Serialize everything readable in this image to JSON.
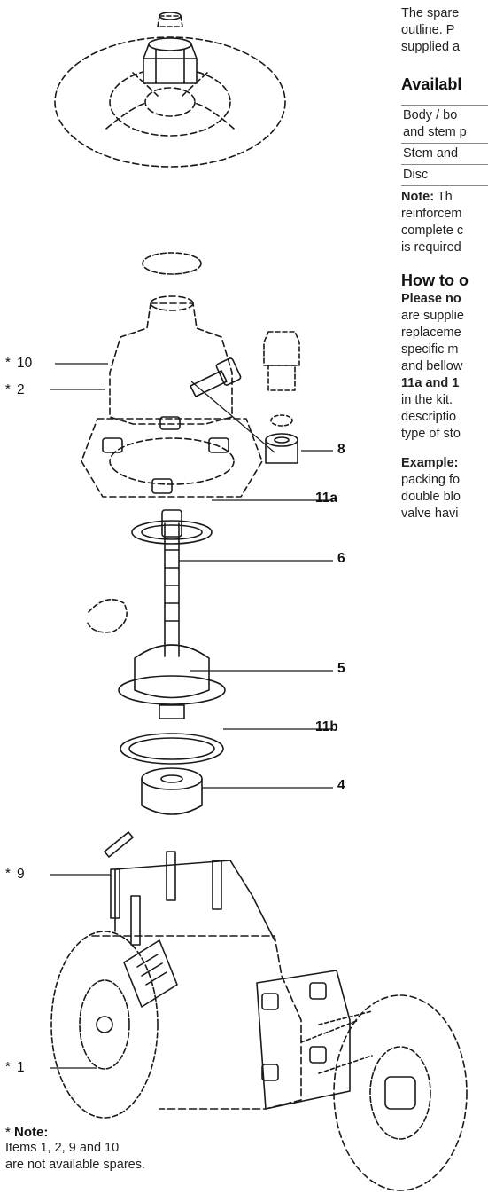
{
  "intro": [
    "The spare",
    "outline. P",
    "supplied a"
  ],
  "available_heading": "Availabl",
  "spares_table": [
    [
      "Body / bo",
      "and stem p"
    ],
    [
      "Stem and"
    ],
    [
      "Disc"
    ]
  ],
  "note_para": {
    "label": "Note:",
    "lines": [
      " Th",
      "reinforcem",
      "complete c",
      "is required"
    ]
  },
  "order_heading": "How to o",
  "order_para": {
    "lines": [
      "Please no",
      "are supplie",
      "replaceme",
      "specific m",
      "and bellow",
      "11a and 1",
      "in the kit.",
      "descriptio",
      "type of sto"
    ]
  },
  "example": {
    "label": "Example:",
    "lines": [
      "packing fo",
      "double blo",
      "valve havi"
    ]
  },
  "callouts": {
    "c8": "8",
    "c11a": "11a",
    "c6": "6",
    "c5": "5",
    "c11b": "11b",
    "c4": "4",
    "c10": "10",
    "c2": "2",
    "c9": "9",
    "c1": "1"
  },
  "star": "*",
  "footnote": {
    "title": "Note:",
    "lines": [
      "Items 1, 2, 9 and 10",
      "are not available spares."
    ]
  }
}
